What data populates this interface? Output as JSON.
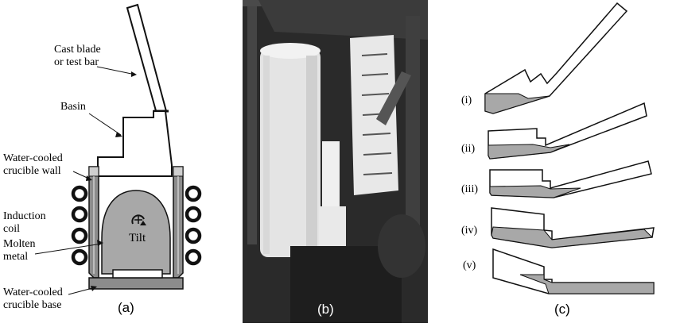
{
  "panel_a": {
    "labels": {
      "cast_blade_line1": "Cast blade",
      "cast_blade_line2": "or test bar",
      "basin": "Basin",
      "wall_line1": "Water-cooled",
      "wall_line2": "crucible wall",
      "coil_line1": "Induction",
      "coil_line2": "coil",
      "metal_line1": "Molten",
      "metal_line2": "metal",
      "tilt": "Tilt",
      "base_line1": "Water-cooled",
      "base_line2": "crucible base"
    },
    "caption": "(a)"
  },
  "panel_b": {
    "caption": "(b)"
  },
  "panel_c": {
    "stages": [
      "(i)",
      "(ii)",
      "(iii)",
      "(iv)",
      "(v)"
    ],
    "caption": "(c)"
  },
  "colors": {
    "line": "#111111",
    "metal_fill": "#a8a8a8",
    "crucible_gray": "#8c8c8c",
    "photo_bg": "#2a2a2a"
  }
}
